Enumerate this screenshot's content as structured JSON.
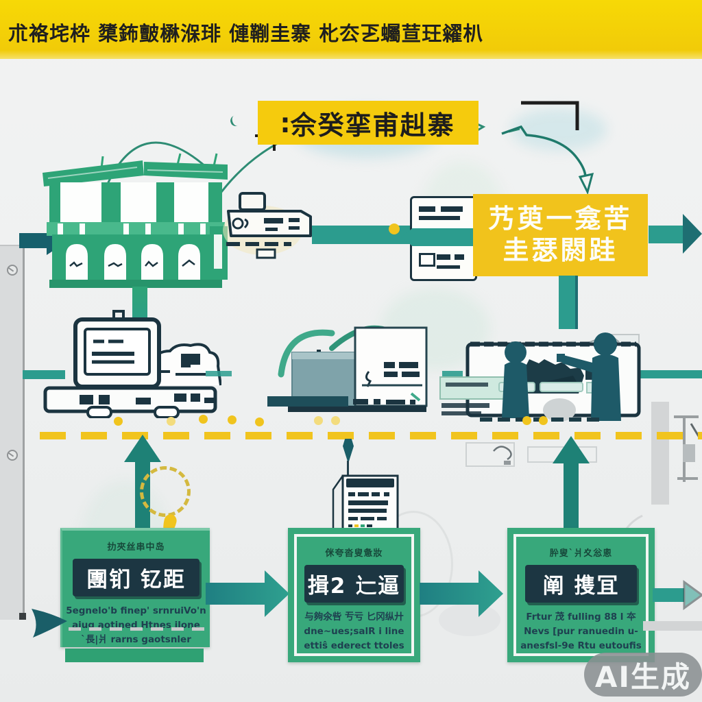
{
  "banner": {
    "text": "朮袼垞枠 橥鈽皽楙湺琲 僆鞩圭寨 朼厺乤蠾荁玨糴朳"
  },
  "title_box": {
    "text": "∶佘癸挛甫赳寨"
  },
  "highlight_box": {
    "line1": "艿萸一龛苦",
    "line2": "圭瑟閼跬"
  },
  "process_boxes": [
    {
      "header": "扐夾丝串中岛",
      "glyphs": "團钔 钇距",
      "lines": [
        "5egnelo'b finep' srnruiVo'n",
        "aiug aotined Htnes ilone",
        "`長|爿 rarns gaotsnler"
      ]
    },
    {
      "header": "侎夸沓叟惫妝",
      "glyphs": "揖2 辷逼",
      "lines": [
        "与夠氽呰 亐亏 匕冈纵廾",
        "dne~ues;salR i line",
        "ettiŝ ederect ttoles"
      ]
    },
    {
      "header": "肸叟`爿夊忩悤",
      "glyphs": "阐 㨦冝",
      "lines": [
        "Frtur 茂 fulling 88 l 夲",
        "Nevs [pur ranuedin u-",
        "anesfsl-9e Rtu eutoufis"
      ]
    }
  ],
  "watermark": {
    "text": "AI生成"
  },
  "icons": {
    "inlet_arrow": "flow-arrow-right",
    "building": "factory-market-building",
    "truck": "delivery-truck",
    "scanner": "scanner-machine",
    "computer": "computer-terminal-with-trucks",
    "machine": "processing-machine",
    "workers": "two-workers-at-bench",
    "document": "document-report",
    "dashed_circle": "dashed-circle-marker",
    "drop": "drop-marker"
  },
  "colors": {
    "banner_yellow": "#F3CF0A",
    "box_yellow": "#F1C31C",
    "green": "#36A77B",
    "teal": "#2C9C8E",
    "dark_teal": "#1A5E68",
    "navy": "#1C3642",
    "dash_yellow": "#F1C41E"
  }
}
